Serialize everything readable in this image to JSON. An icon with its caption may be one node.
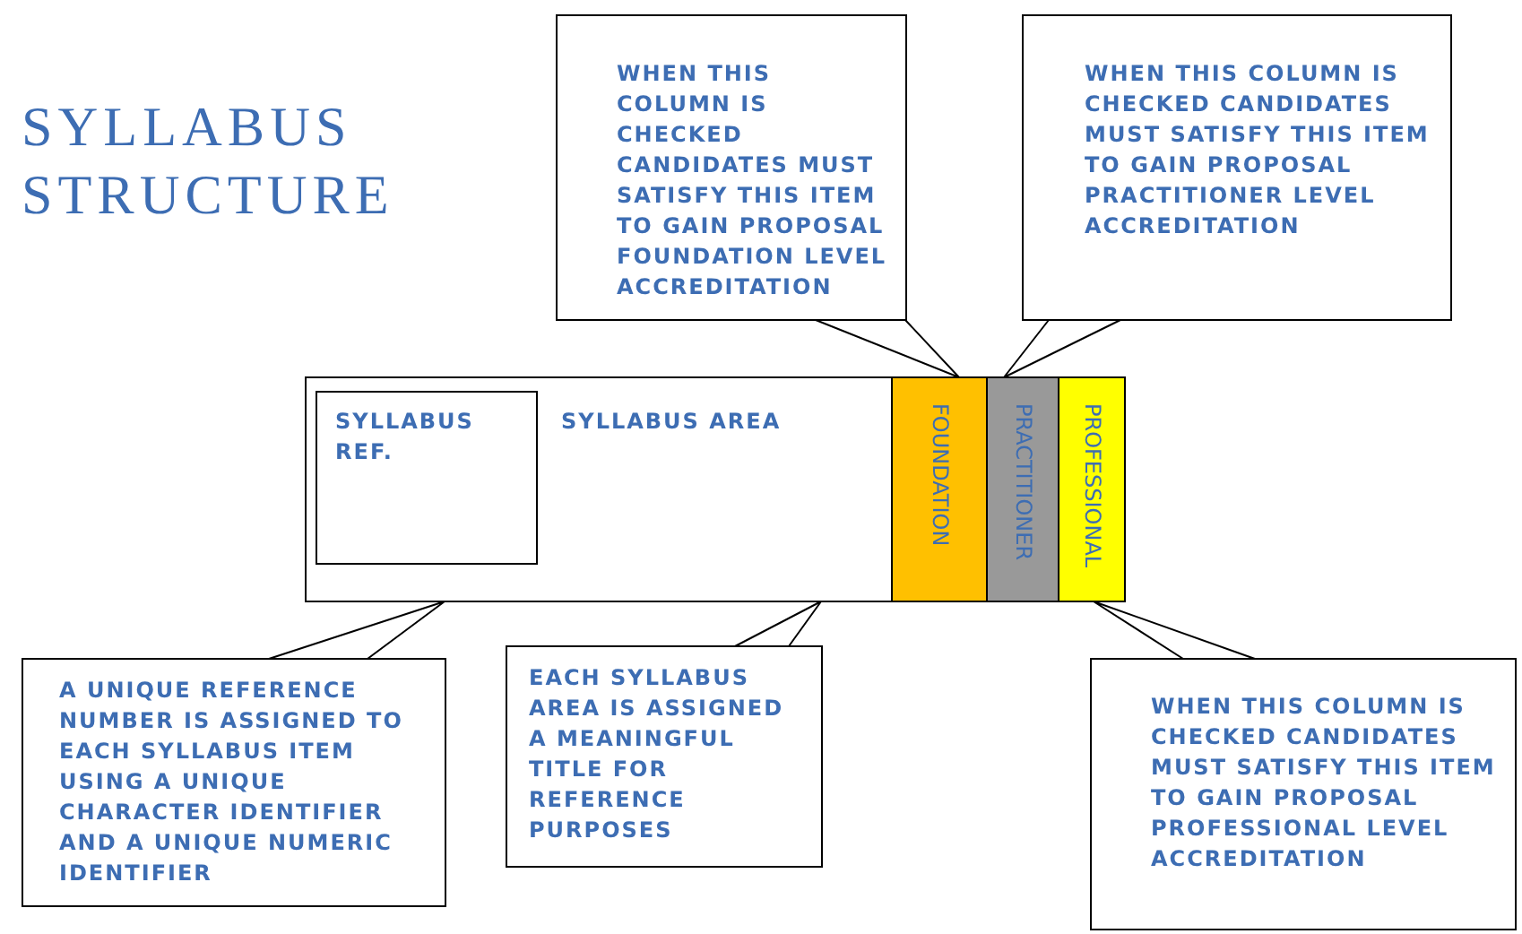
{
  "diagram": {
    "title": "SYLLABUS STRUCTURE",
    "nodes": [
      {
        "text": [
          "WHEN THIS COLUMN IS CHECKED CANDIDATES MUST SATISFY THIS ITEM TO GAIN PROPOSAL FOUNDATION LEVEL ACCREDITATION"
        ]
      },
      {
        "text": [
          "WHEN THIS COLUMN IS CHECKED CANDIDATES MUST SATISFY THIS ITEM TO GAIN PROPOSAL PRACTITIONER LEVEL ACCREDITATION"
        ]
      },
      {
        "text": [
          "SYLLABUS AREA"
        ]
      },
      {
        "text": [
          "SYLLABUS REF."
        ],
        "in": 2
      },
      {
        "text": [
          "FOUNDATION"
        ],
        "in": 2
      },
      {
        "text": [
          "PRACTITIONER"
        ],
        "in": 2
      },
      {
        "text": [
          "PROFESSIONAL"
        ],
        "in": 2
      },
      {
        "text": [
          "A UNIQUE REFERENCE NUMBER IS ASSIGNED TO EACH SYLLABUS ITEM USING A UNIQUE CHARACTER IDENTIFIER AND A UNIQUE NUMERIC IDENTIFIER"
        ]
      },
      {
        "text": [
          "EACH SYLLABUS AREA IS ASSIGNED A MEANINGFUL TITLE FOR REFERENCE PURPOSES"
        ]
      },
      {
        "text": [
          "WHEN THIS COLUMN IS CHECKED CANDIDATES MUST SATISFY THIS ITEM TO GAIN PROPOSAL PROFESSIONAL LEVEL ACCREDITATION"
        ]
      }
    ],
    "edges": [
      {
        "from": 0,
        "to": 4,
        "arrow": "none"
      },
      {
        "from": 1,
        "to": 5,
        "arrow": "none"
      },
      {
        "from": 7,
        "to": 2,
        "arrow": "none"
      },
      {
        "from": 8,
        "to": 2,
        "arrow": "none"
      },
      {
        "from": 9,
        "to": 6,
        "arrow": "none"
      }
    ]
  }
}
